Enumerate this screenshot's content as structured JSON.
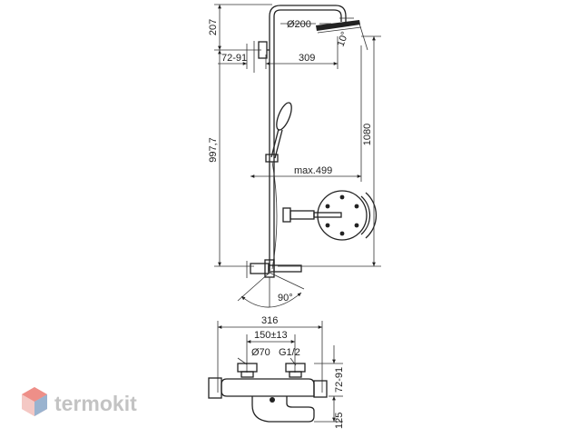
{
  "upper_view": {
    "dim_height_top": "207",
    "dim_overall_height": "997,7",
    "dim_head_diameter": "Ø200",
    "dim_tilt_angle": "10°",
    "dim_wall_offset": "72-91",
    "dim_arm_reach": "309",
    "dim_rail_height": "1080",
    "dim_max_reach": "max.499",
    "dim_swivel_angle": "90°"
  },
  "lower_view": {
    "dim_width": "316",
    "dim_centres": "150±13",
    "dim_flange_diameter": "Ø70",
    "dim_thread": "G1/2",
    "dim_wall_offset": "72-91",
    "dim_spout_height": "125"
  },
  "watermark": {
    "brand_text": "termokit",
    "colors": {
      "logo_light": "#f4b8b4",
      "logo_mid": "#ee8f88",
      "logo_blue": "#9ab3cf",
      "text": "#c3c3c3"
    }
  }
}
